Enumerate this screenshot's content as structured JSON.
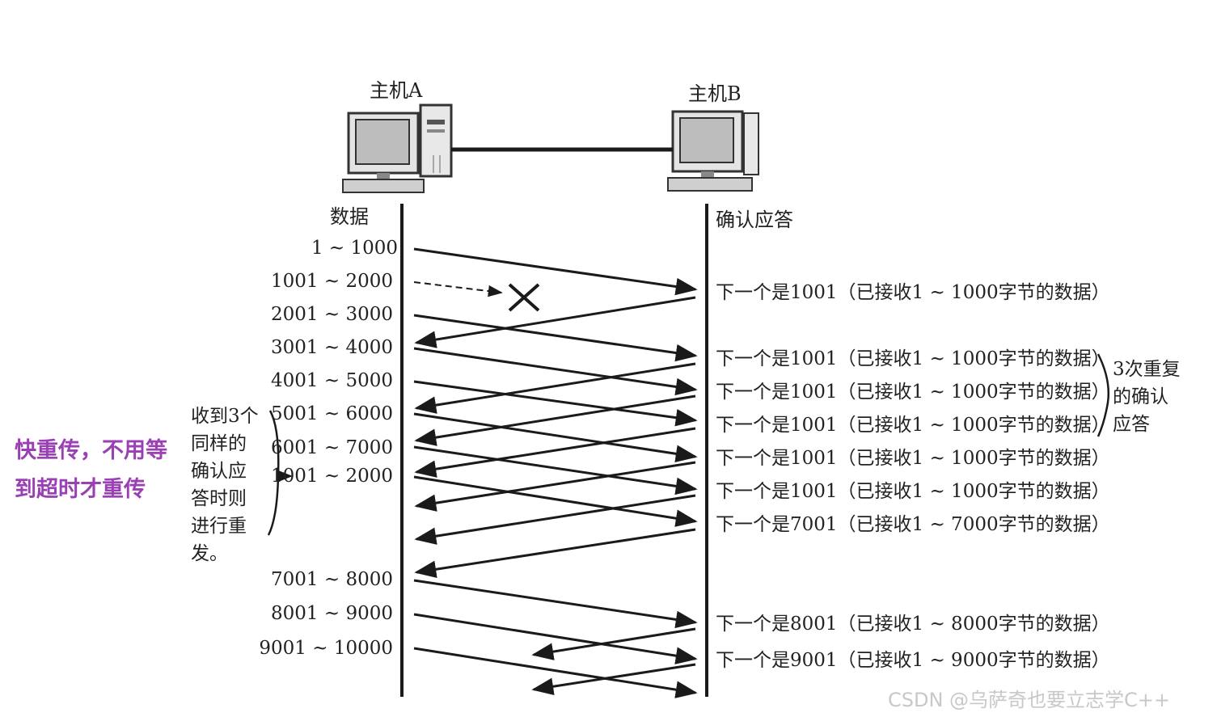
{
  "hosts": {
    "a": "主机A",
    "b": "主机B"
  },
  "column_headers": {
    "data": "数据",
    "ack": "确认应答"
  },
  "segments": [
    "1 ~ 1000",
    "1001 ~ 2000",
    "2001 ~ 3000",
    "3001 ~ 4000",
    "4001 ~ 5000",
    "5001 ~ 6000",
    "6001 ~ 7000",
    "1001 ~ 2000",
    "7001 ~ 8000",
    "8001 ~ 9000",
    "9001 ~ 10000"
  ],
  "acks": [
    "下一个是1001（已接收1 ~ 1000字节的数据）",
    "下一个是1001（已接收1 ~ 1000字节的数据）",
    "下一个是1001（已接收1 ~ 1000字节的数据）",
    "下一个是1001（已接收1 ~ 1000字节的数据）",
    "下一个是1001（已接收1 ~ 1000字节的数据）",
    "下一个是1001（已接收1 ~ 1000字节的数据）",
    "下一个是7001（已接收1 ~ 7000字节的数据）",
    "下一个是8001（已接收1 ~ 8000字节的数据）",
    "下一个是9001（已接收1 ~ 9000字节的数据）"
  ],
  "left_note": [
    "收到3个",
    "同样的",
    "确认应",
    "答时则",
    "进行重",
    "发。"
  ],
  "right_note": [
    "3次重复",
    "的确认",
    "应答"
  ],
  "highlight_note": [
    "快重传，不用等",
    "到超时才重传"
  ],
  "watermark": "CSDN @乌萨奇也要立志学C++",
  "colors": {
    "highlight": "#9b3fb5",
    "line": "#1a1a1a",
    "watermark": "#c8c8c8"
  }
}
